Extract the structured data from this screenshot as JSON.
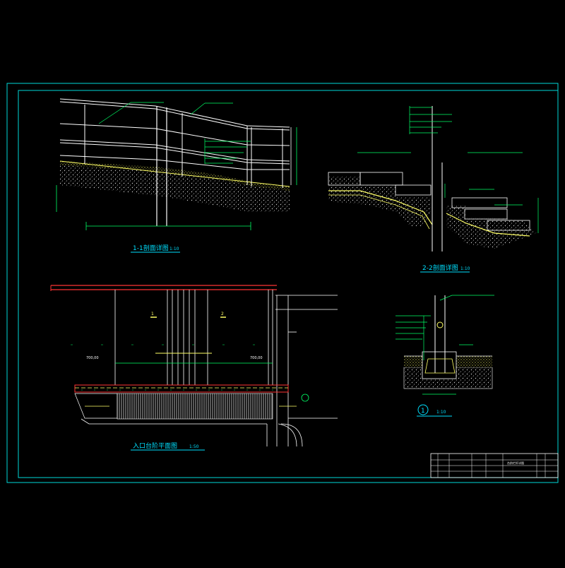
{
  "colors": {
    "background": "#000000",
    "frame": "#00d8d8",
    "title_text": "#00e0ff",
    "structure": "#ffffff",
    "annotation": "#00ff66",
    "dimension": "#00ff66",
    "fill": "#ffff66",
    "rail": "#ff3333",
    "hatch": "#dddddd"
  },
  "views": {
    "section_1": {
      "title": "1-1剖面详图",
      "scale": "1:10"
    },
    "section_2": {
      "title": "2-2剖面详图",
      "scale": "1:10"
    },
    "plan": {
      "title": "入口台阶平面图",
      "scale": "1:50",
      "cut_left": "1",
      "cut_right": "2",
      "dim_left": "700,00",
      "dim_right": "700,00"
    },
    "detail_1": {
      "number": "1",
      "scale": "1:10"
    }
  },
  "title_block": {
    "drawing_title": "台阶栏杆详图"
  }
}
